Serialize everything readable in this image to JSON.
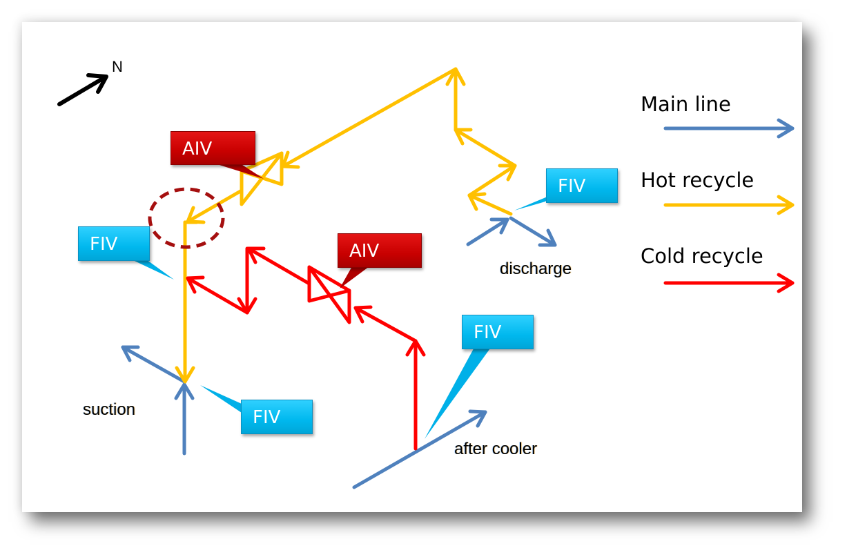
{
  "compass": {
    "label": "N"
  },
  "legend": {
    "items": [
      {
        "label": "Main line",
        "color": "#4f81bd"
      },
      {
        "label": "Hot recycle",
        "color": "#ffc000"
      },
      {
        "label": "Cold recycle",
        "color": "#ff0000"
      }
    ]
  },
  "locations": {
    "suction": "suction",
    "discharge": "discharge",
    "after_cooler": "after cooler"
  },
  "callouts": {
    "fiv_label": "FIV",
    "aiv_label": "AIV",
    "fiv_color": "#00b8ee",
    "aiv_color": "#c80000"
  },
  "highlight": {
    "type": "dashed-circle",
    "color": "#a50f0f"
  }
}
